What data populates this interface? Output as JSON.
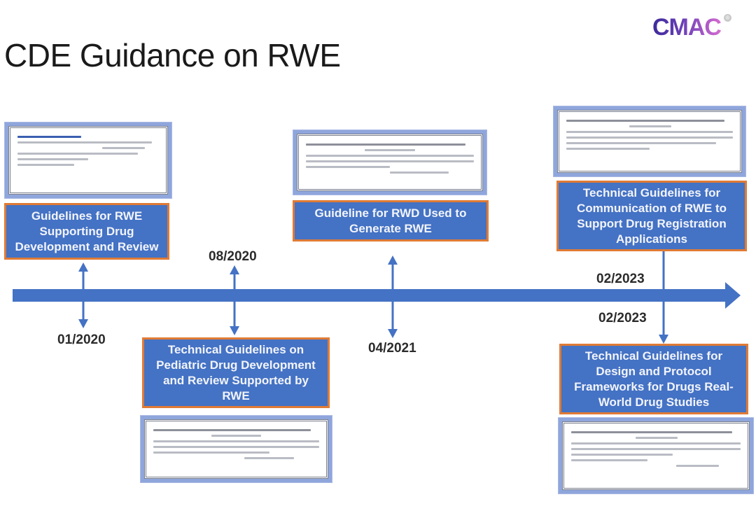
{
  "header": {
    "title": "CDE Guidance on RWE",
    "logo_text": "CMAC",
    "logo_mark": "®"
  },
  "colors": {
    "accent_blue": "#4472c4",
    "box_border_orange": "#e07b35",
    "doc_frame": "#8fa6dc"
  },
  "timeline": {
    "direction": "left-to-right",
    "events": [
      {
        "date": "01/2020",
        "label": "Guidelines for RWE Supporting Drug Development and Review",
        "position": "above"
      },
      {
        "date": "08/2020",
        "label": "Technical Guidelines on Pediatric Drug Development and Review Supported by RWE",
        "position": "below"
      },
      {
        "date": "04/2021",
        "label": "Guideline for RWD Used to Generate RWE",
        "position": "above"
      },
      {
        "date": "02/2023",
        "label": "Technical Guidelines for Communication of RWE to Support Drug Registration Applications",
        "position": "above"
      },
      {
        "date": "02/2023",
        "label": "Technical Guidelines for Design and Protocol Frameworks for Drugs Real-World Drug Studies",
        "position": "below"
      }
    ]
  },
  "documents": [
    {
      "alt": "document-thumbnail-1"
    },
    {
      "alt": "document-thumbnail-2"
    },
    {
      "alt": "document-thumbnail-3"
    },
    {
      "alt": "document-thumbnail-4"
    },
    {
      "alt": "document-thumbnail-5"
    }
  ]
}
